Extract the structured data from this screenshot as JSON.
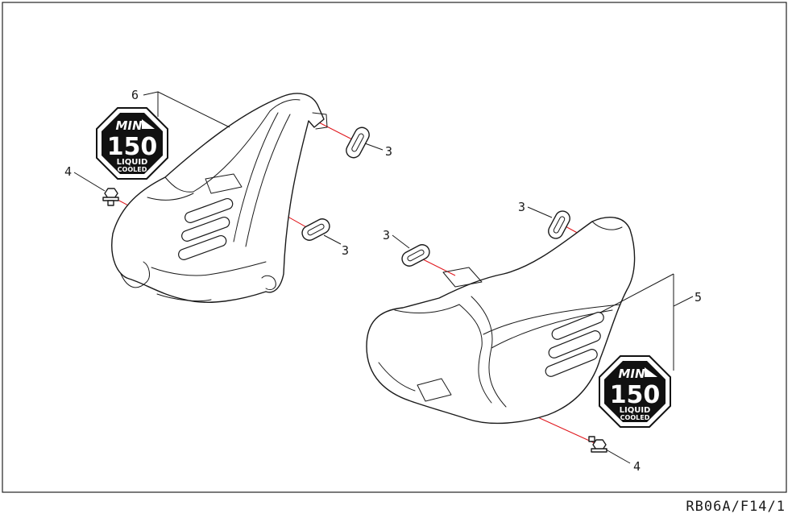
{
  "callouts": {
    "left_grommet_top": "3",
    "left_grommet_bottom": "3",
    "left_bolt": "4",
    "left_cover": "6",
    "right_grommet_left": "3",
    "right_grommet_top": "3",
    "right_cover": "5",
    "right_bolt": "4"
  },
  "emblem": {
    "line1": "MIN",
    "line2": "150",
    "line3": "LIQUID",
    "line4": "COOLED"
  },
  "drawing_code": "RB06A/F14/1",
  "colors": {
    "line": "#1a1a1a",
    "axis": "#e0151b",
    "background": "#ffffff"
  }
}
